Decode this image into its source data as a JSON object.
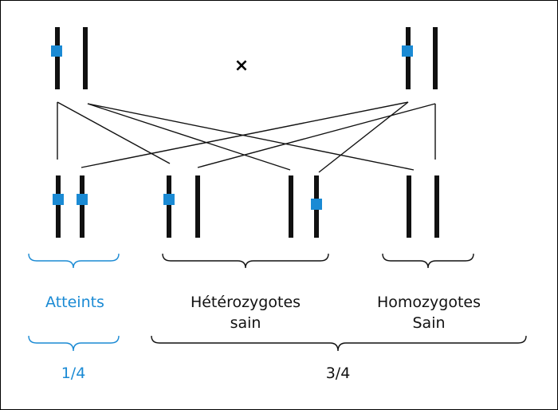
{
  "colors": {
    "chromosome": "#111111",
    "allele_marker": "#1a8ad4",
    "affected_text": "#1a8ad4",
    "line": "#111111"
  },
  "cross_symbol": "×",
  "groups": {
    "affected": {
      "label": "Atteints",
      "fraction": "1/4"
    },
    "heterozygotes": {
      "line1": "Hétérozygotes",
      "line2": "sain"
    },
    "homozygotes": {
      "line1": "Homozygotes",
      "line2": "Sain"
    },
    "healthy_total": {
      "fraction": "3/4"
    }
  }
}
